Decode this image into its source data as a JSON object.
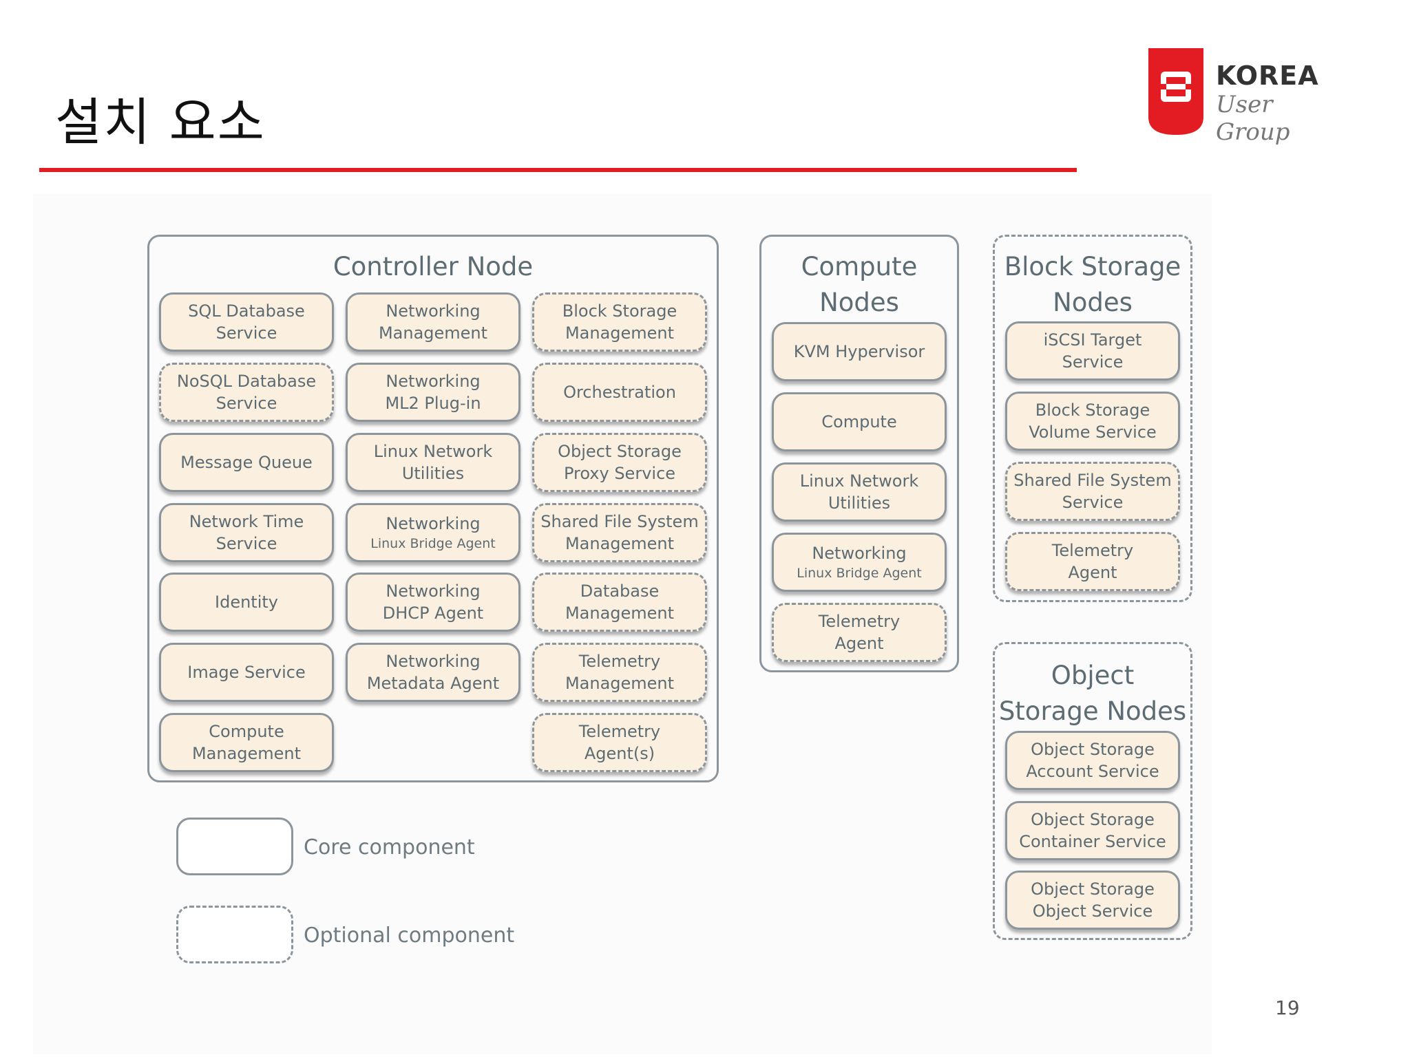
{
  "slide": {
    "title": "설치 요소",
    "page_number": "19"
  },
  "logo": {
    "line1": "KOREA",
    "line2": "User Group",
    "accent": "#e31b23"
  },
  "colors": {
    "rule": "#e31b23",
    "box_fill": "#fbf0df",
    "border": "#8c959c",
    "text": "#5d6b73"
  },
  "groups": {
    "controller": {
      "title": "Controller Node",
      "items": [
        {
          "label": "SQL Database\nService",
          "style": "core"
        },
        {
          "label": "Networking\nManagement",
          "style": "core"
        },
        {
          "label": "Block Storage\nManagement",
          "style": "optional"
        },
        {
          "label": "NoSQL Database\nService",
          "style": "optional"
        },
        {
          "label": "Networking\nML2 Plug-in",
          "style": "core"
        },
        {
          "label": "Orchestration",
          "style": "optional"
        },
        {
          "label": "Message Queue",
          "style": "core"
        },
        {
          "label": "Linux Network\nUtilities",
          "style": "core"
        },
        {
          "label": "Object Storage\nProxy Service",
          "style": "optional"
        },
        {
          "label": "Network Time\nService",
          "style": "core"
        },
        {
          "label": "Networking",
          "sub": "Linux Bridge Agent",
          "style": "core"
        },
        {
          "label": "Shared File System\nManagement",
          "style": "optional"
        },
        {
          "label": "Identity",
          "style": "core"
        },
        {
          "label": "Networking\nDHCP Agent",
          "style": "core"
        },
        {
          "label": "Database\nManagement",
          "style": "optional"
        },
        {
          "label": "Image Service",
          "style": "core"
        },
        {
          "label": "Networking\nMetadata Agent",
          "style": "core"
        },
        {
          "label": "Telemetry\nManagement",
          "style": "optional"
        },
        {
          "label": "Compute\nManagement",
          "style": "core"
        },
        {
          "label": "Telemetry\nAgent(s)",
          "style": "optional"
        }
      ]
    },
    "compute": {
      "title": "Compute\nNodes",
      "items": [
        {
          "label": "KVM Hypervisor",
          "style": "core"
        },
        {
          "label": "Compute",
          "style": "core"
        },
        {
          "label": "Linux Network\nUtilities",
          "style": "core"
        },
        {
          "label": "Networking",
          "sub": "Linux Bridge Agent",
          "style": "core"
        },
        {
          "label": "Telemetry\nAgent",
          "style": "optional"
        }
      ]
    },
    "block_storage": {
      "title": "Block Storage\nNodes",
      "items": [
        {
          "label": "iSCSI Target\nService",
          "style": "core"
        },
        {
          "label": "Block Storage\nVolume Service",
          "style": "core"
        },
        {
          "label": "Shared File System\nService",
          "style": "optional"
        },
        {
          "label": "Telemetry\nAgent",
          "style": "optional"
        }
      ]
    },
    "object_storage": {
      "title": "Object\nStorage Nodes",
      "items": [
        {
          "label": "Object Storage\nAccount Service",
          "style": "core"
        },
        {
          "label": "Object Storage\nContainer Service",
          "style": "core"
        },
        {
          "label": "Object Storage\nObject Service",
          "style": "core"
        }
      ]
    }
  },
  "legend": {
    "core": "Core component",
    "optional": "Optional component"
  }
}
